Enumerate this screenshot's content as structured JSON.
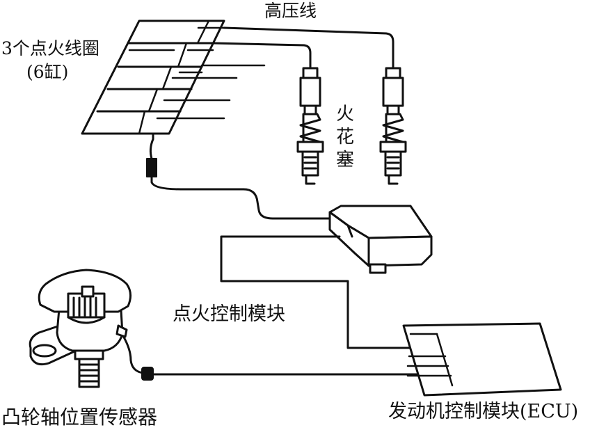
{
  "labels": {
    "high_voltage_wire": "高压线",
    "coils_line1": "3个点火线圈",
    "coils_line2": "(6缸)",
    "spark_plug_chars": [
      "火",
      "花",
      "塞"
    ],
    "ignition_control_module": "点火控制模块",
    "camshaft_sensor": "凸轮轴位置传感器",
    "ecu": "发动机控制模块(ECU)"
  }
}
